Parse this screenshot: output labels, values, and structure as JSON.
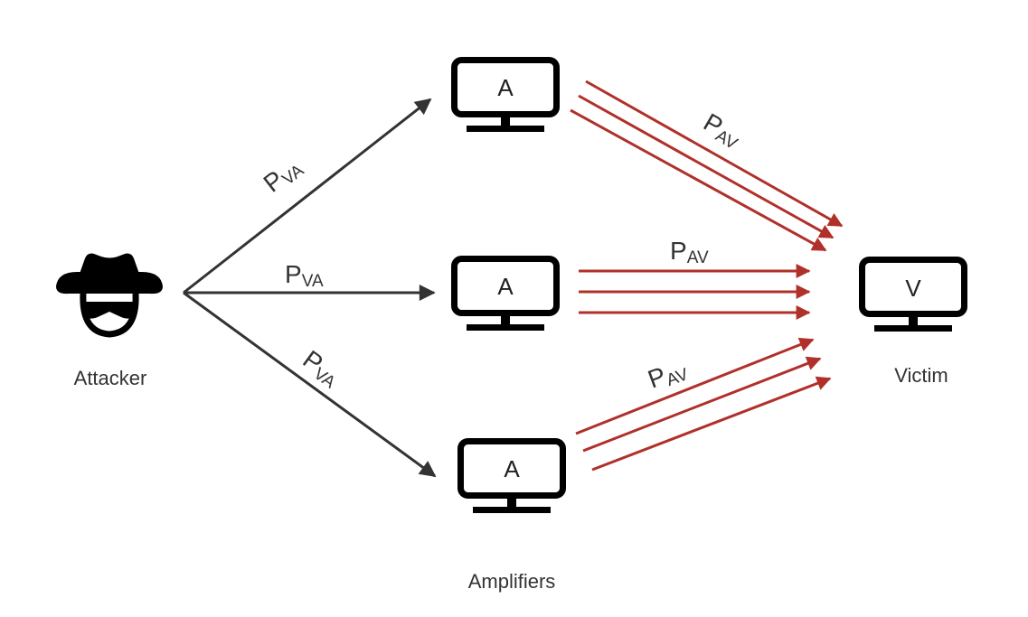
{
  "nodes": {
    "attacker": {
      "label": "Attacker",
      "icon": "spy-hat-icon"
    },
    "amplifiers": [
      {
        "letter": "A",
        "icon": "monitor-icon"
      },
      {
        "letter": "A",
        "icon": "monitor-icon"
      },
      {
        "letter": "A",
        "icon": "monitor-icon"
      }
    ],
    "victim": {
      "letter": "V",
      "label": "Victim",
      "icon": "monitor-icon"
    }
  },
  "group_label": "Amplifiers",
  "edges": {
    "attacker_to_amplifier": {
      "main": "P",
      "sub": "VA",
      "color": "#333333",
      "arrows_per_amplifier": 1
    },
    "amplifier_to_victim": {
      "main": "P",
      "sub": "AV",
      "color": "#b0302a",
      "arrows_per_amplifier": 3
    }
  }
}
